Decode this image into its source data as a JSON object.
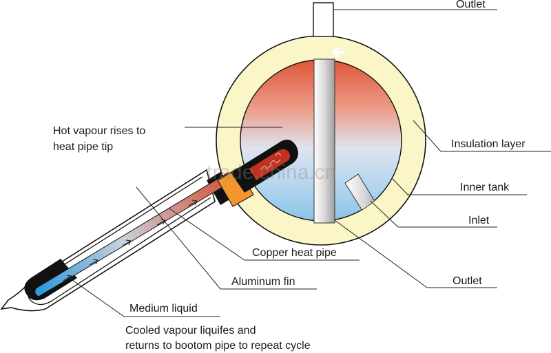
{
  "labels": {
    "outlet_top": "Outlet",
    "insulation": "Insulation layer",
    "inner_tank": "Inner tank",
    "inlet": "Inlet",
    "outlet_bottom": "Outlet",
    "copper_pipe": "Copper heat pipe",
    "aluminum_fin": "Aluminum fin",
    "medium_liquid": "Medium liquid",
    "hot_vapour_line1": "Hot vapour rises to",
    "hot_vapour_line2": "heat pipe tip",
    "cooled_line1": "Cooled vapour liquifes and",
    "cooled_line2": "returns to bootom pipe to repeat cycle"
  },
  "watermark": "trade.china.cn",
  "colors": {
    "insulation": "#fbf6c8",
    "tank_hot": "#e0553a",
    "tank_cold": "#a7d1ee",
    "copper": "#f2962f",
    "pipe_hot": "#c0321f",
    "pipe_cold": "#2f9adf",
    "outline": "#111111"
  }
}
